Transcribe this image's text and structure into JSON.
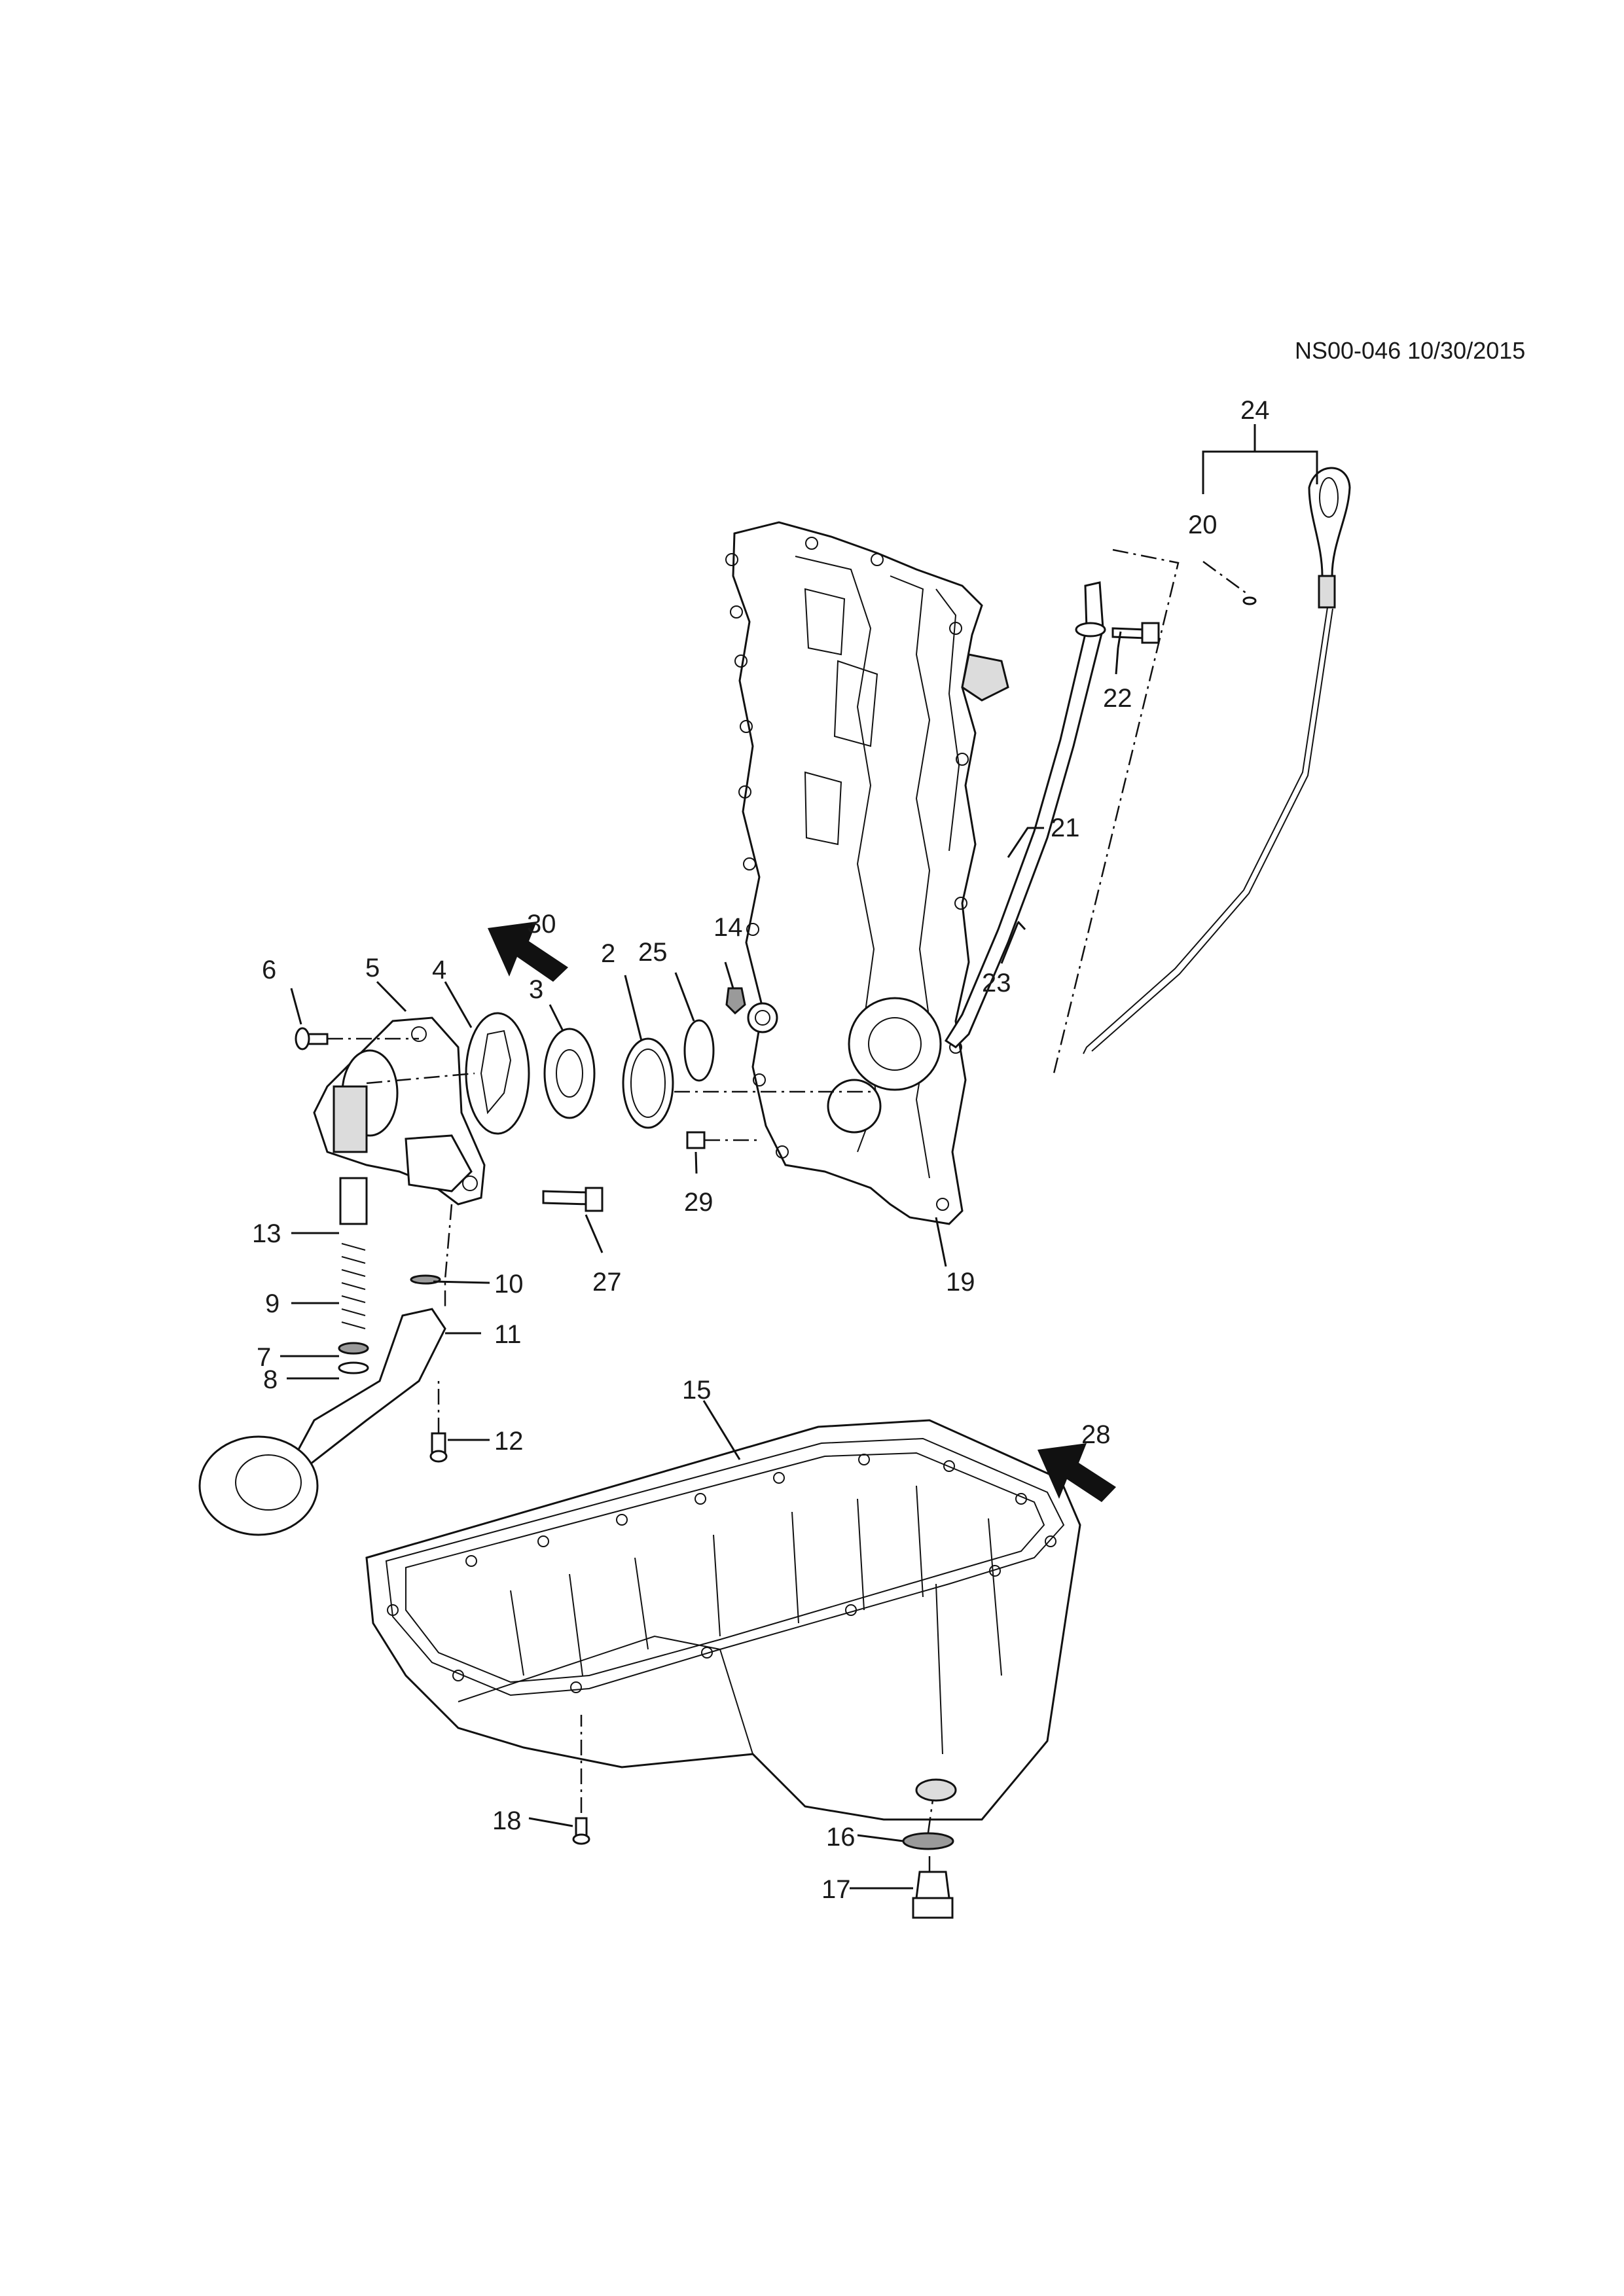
{
  "diagram_id": "NS00-046 10/30/2015",
  "callouts": {
    "c2": "2",
    "c3": "3",
    "c4": "4",
    "c5": "5",
    "c6": "6",
    "c7": "7",
    "c8": "8",
    "c9": "9",
    "c10": "10",
    "c11": "11",
    "c12": "12",
    "c13": "13",
    "c14": "14",
    "c15": "15",
    "c16": "16",
    "c17": "17",
    "c18": "18",
    "c19": "19",
    "c20": "20",
    "c21": "21",
    "c22": "22",
    "c23": "23",
    "c24": "24",
    "c25": "25",
    "c27": "27",
    "c28": "28",
    "c29": "29",
    "c30": "30"
  },
  "icons": {
    "view_arrow_28": "view-direction-arrow",
    "view_arrow_30": "view-direction-arrow"
  }
}
